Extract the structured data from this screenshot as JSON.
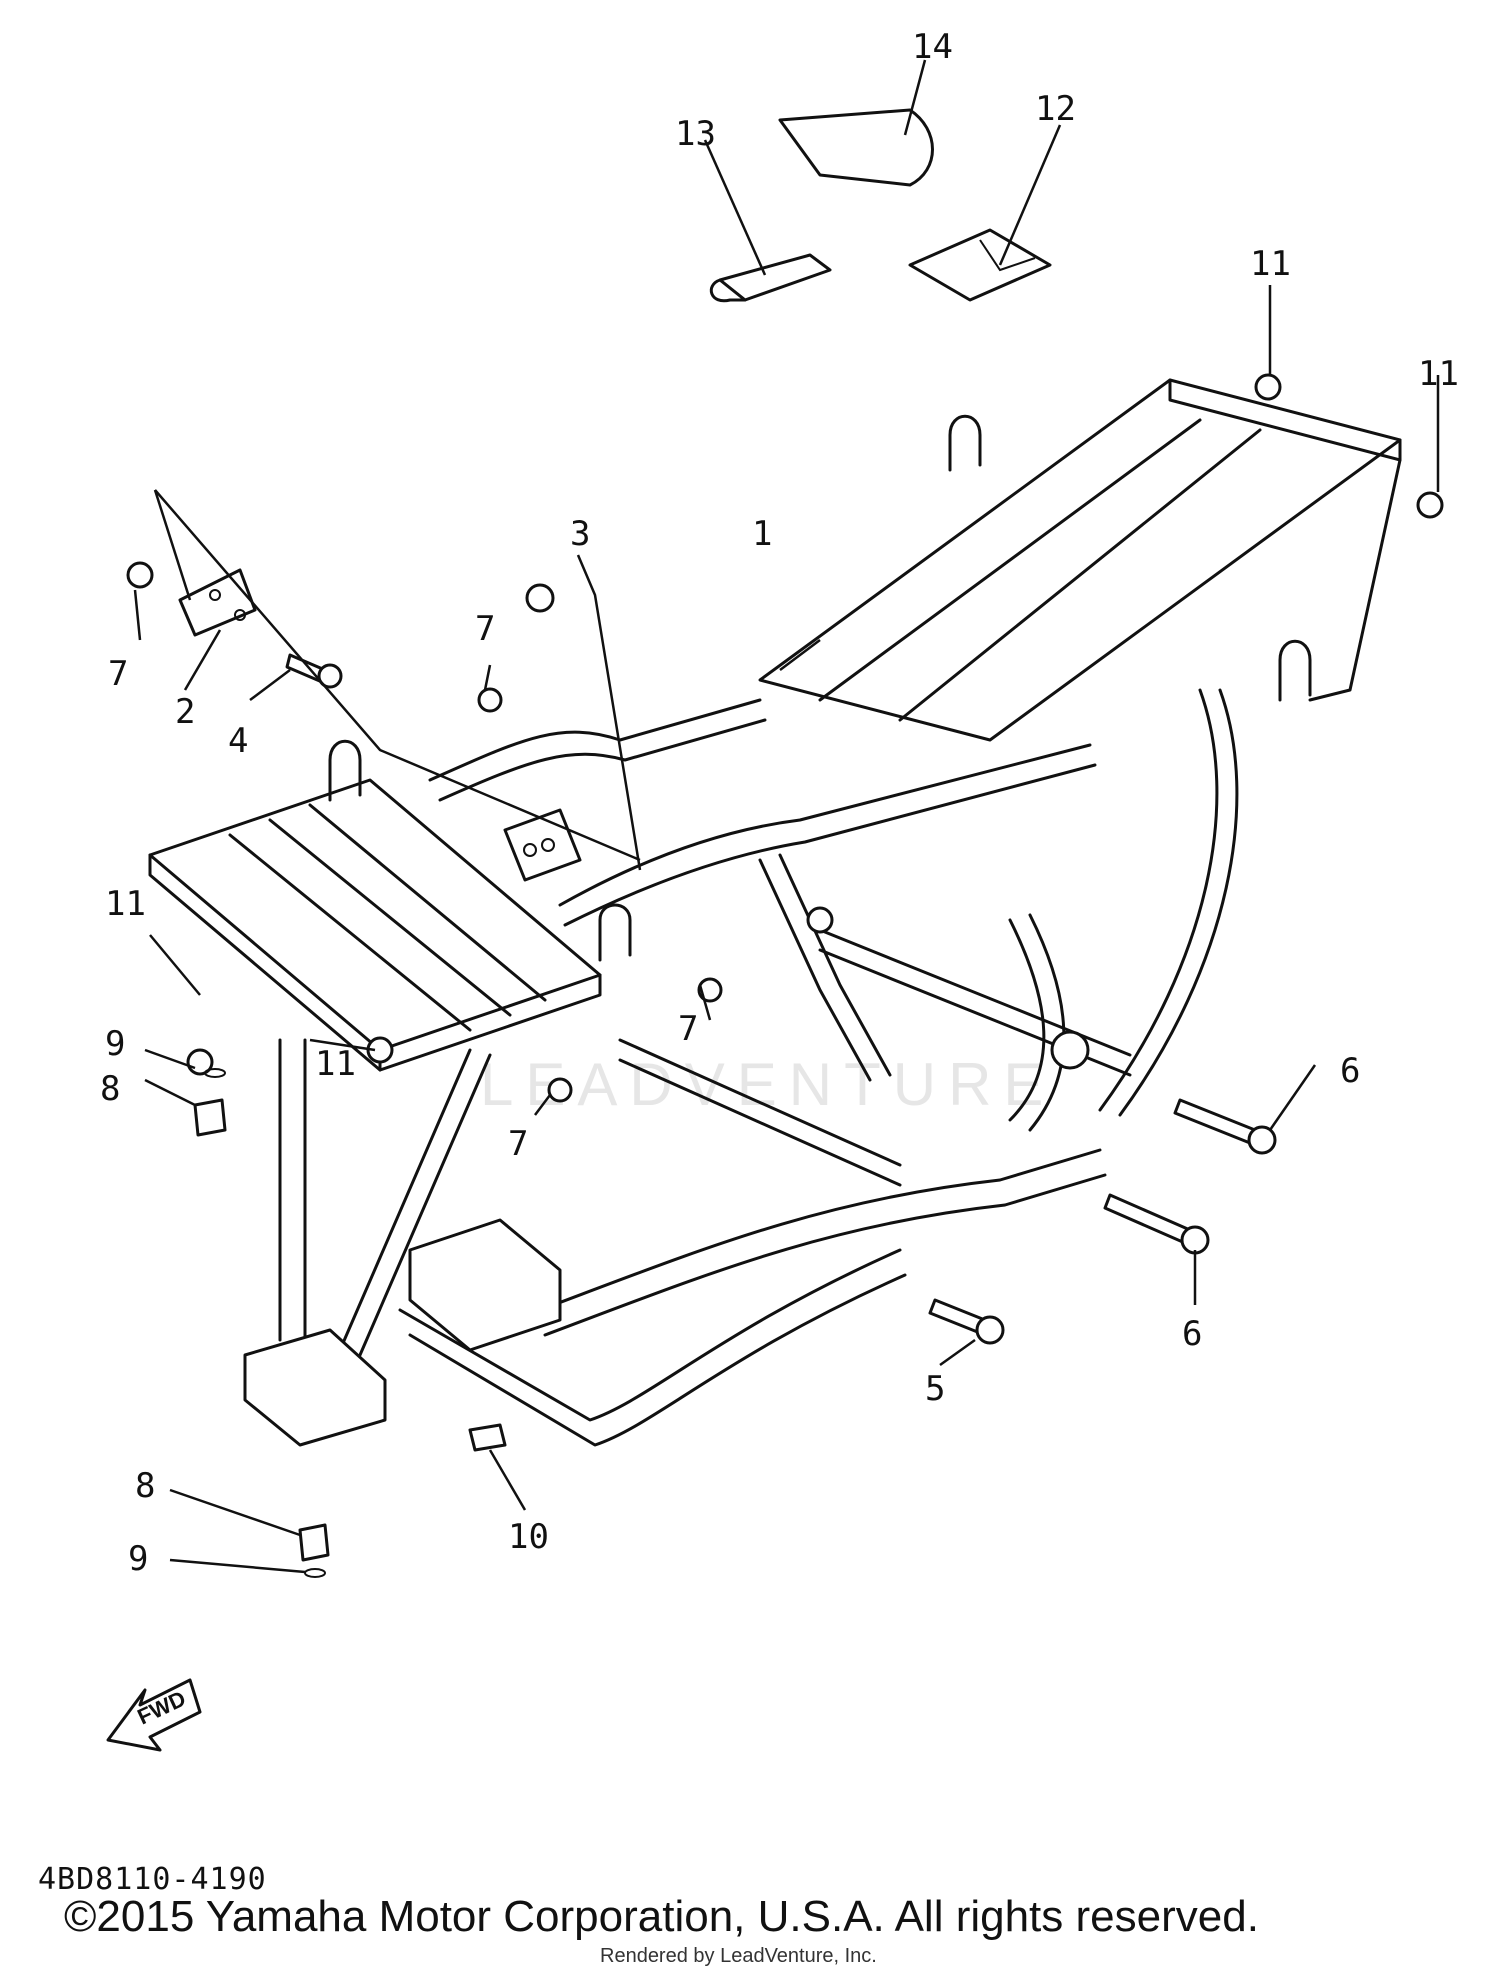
{
  "callouts": {
    "c1": "1",
    "c2": "2",
    "c3": "3",
    "c4": "4",
    "c5": "5",
    "c6a": "6",
    "c6b": "6",
    "c7a": "7",
    "c7b": "7",
    "c7c": "7",
    "c7d": "7",
    "c8a": "8",
    "c8b": "8",
    "c9a": "9",
    "c9b": "9",
    "c10": "10",
    "c11a": "11",
    "c11b": "11",
    "c11c": "11",
    "c11d": "11",
    "c12": "12",
    "c13": "13",
    "c14": "14"
  },
  "fwd_label": "FWD",
  "diagram_code": "4BD8110-4190",
  "copyright": "©2015 Yamaha Motor Corporation, U.S.A. All rights reserved.",
  "rendered_by": "Rendered by LeadVenture, Inc.",
  "watermark": "LEADVENTURE"
}
